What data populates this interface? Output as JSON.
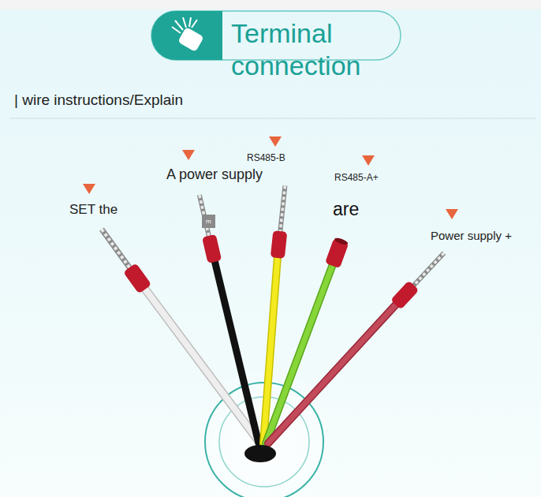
{
  "diagram": {
    "title": "Terminal connection",
    "labels": [
      "| wire instructions/Explain",
      "SET the",
      "A power supply",
      "RS485-B",
      "RS485-A+",
      "are",
      "Power supply +",
      "m"
    ]
  }
}
